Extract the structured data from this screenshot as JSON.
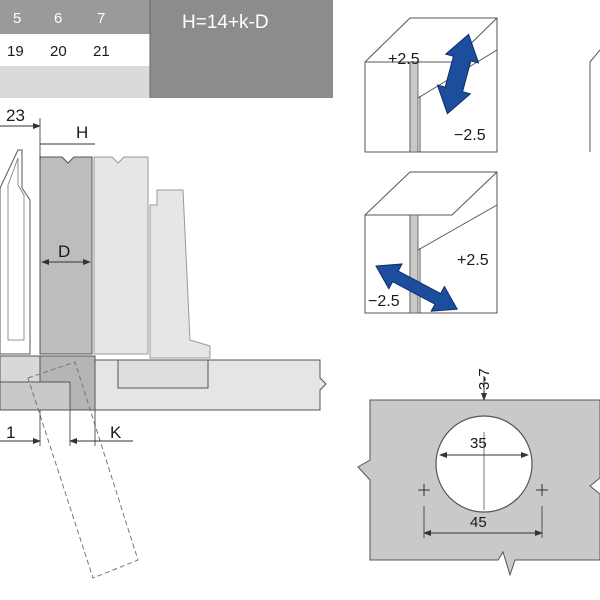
{
  "table": {
    "header": [
      "5",
      "6",
      "7"
    ],
    "values": [
      "19",
      "20",
      "21"
    ],
    "formula": "H=14+k-D"
  },
  "section_view": {
    "dim_top": "23",
    "label_h": "H",
    "label_d": "D",
    "label_k": "K",
    "dim_bottom_left": "1"
  },
  "height_adjust": {
    "plus": "+2.5",
    "minus": "−2.5"
  },
  "depth_adjust": {
    "plus": "+2.5",
    "minus": "−2.5"
  },
  "boring_pattern": {
    "edge_distance": "3-7",
    "cup_diameter": "35",
    "hole_spacing": "45"
  },
  "colors": {
    "panel_fill": "#c9c9c9",
    "panel_light": "#e3e3e3",
    "table_dark": "#8a8a8a",
    "table_light": "#ffffff",
    "arrow_blue": "#1d4e9e",
    "stroke": "#333333"
  }
}
